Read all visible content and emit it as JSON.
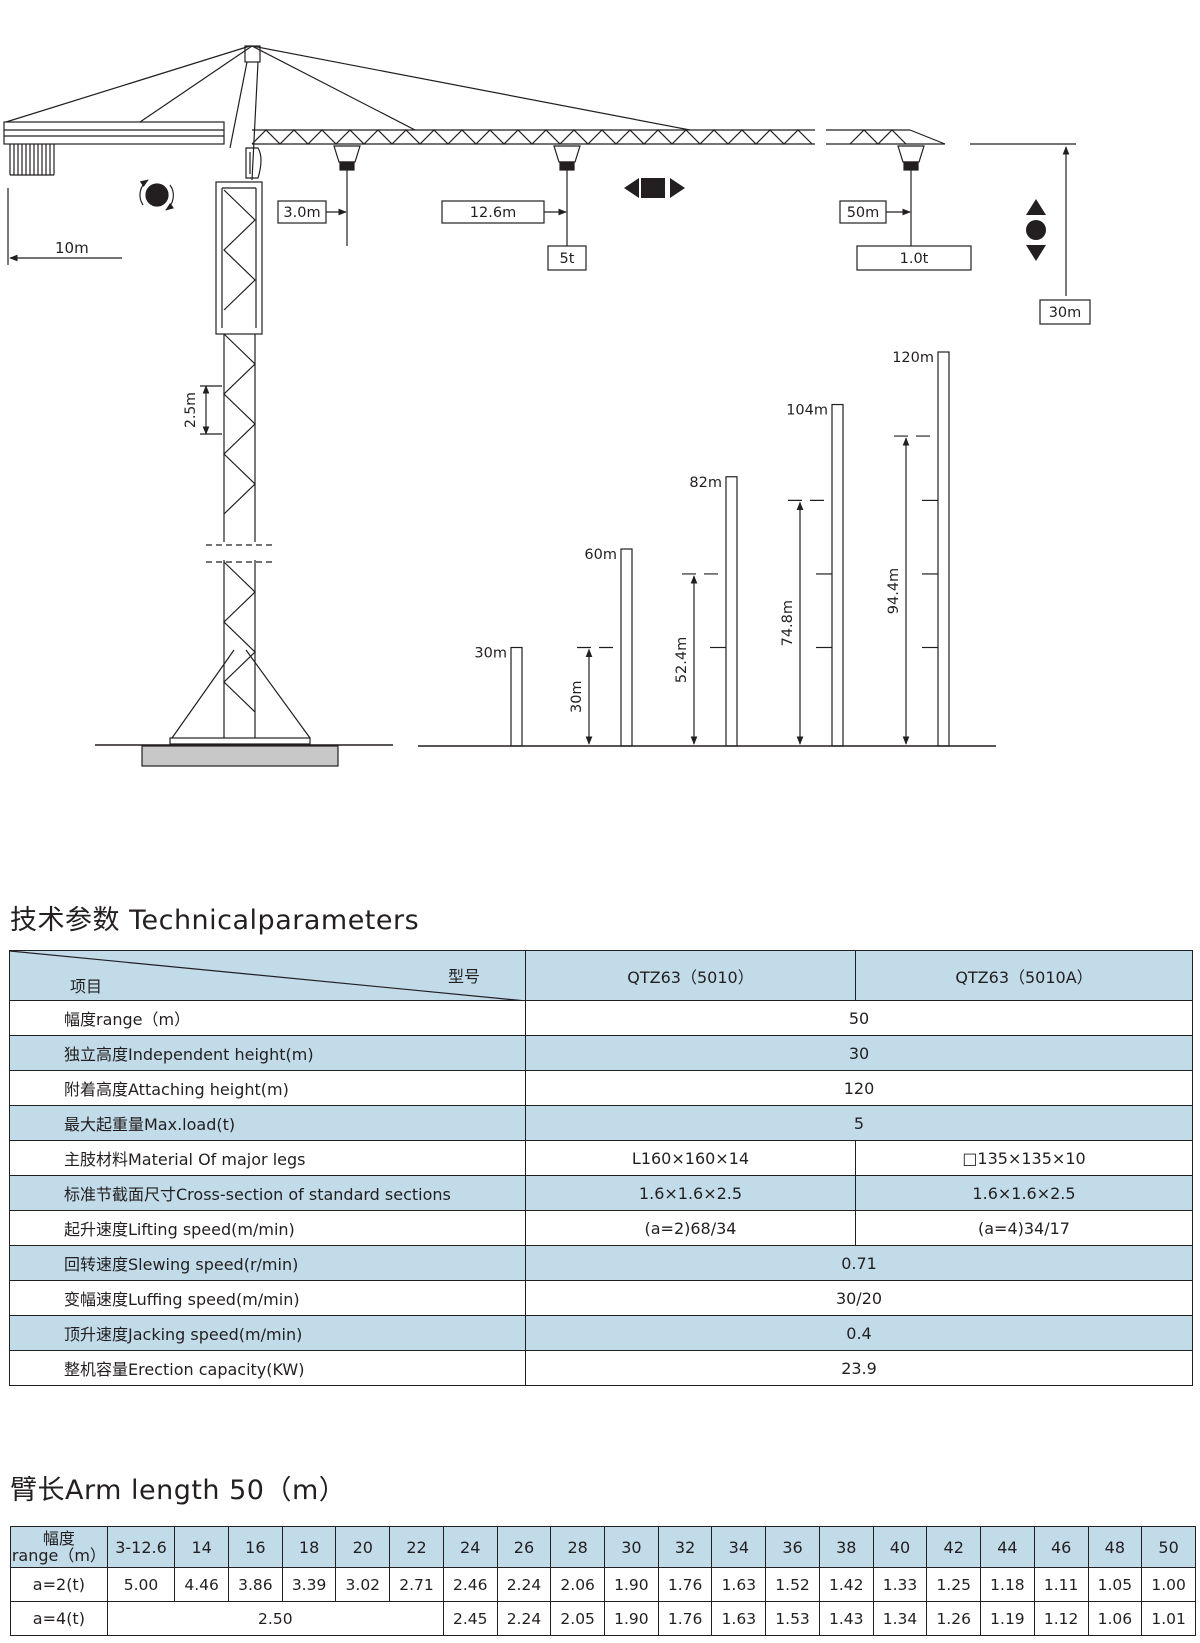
{
  "diagram": {
    "labels": {
      "counter_jib_length": "10m",
      "min_radius": "3.0m",
      "max_load_radius": "12.6m",
      "max_load": "5t",
      "max_radius": "50m",
      "tip_load": "1.0t",
      "free_height_right": "30m",
      "section_height": "2.5m"
    },
    "heights": [
      {
        "label": "30m",
        "value": 30
      },
      {
        "label": "60m",
        "value": 60,
        "tie_label": "30m",
        "tie": 30
      },
      {
        "label": "82m",
        "value": 82,
        "tie_label": "52.4m",
        "tie": 52.4
      },
      {
        "label": "104m",
        "value": 104,
        "tie_label": "74.8m",
        "tie": 74.8
      },
      {
        "label": "120m",
        "value": 120,
        "tie_label": "94.4m",
        "tie": 94.4
      }
    ]
  },
  "technical": {
    "title": "技术参数 Technicalparameters",
    "header": {
      "item": "项目",
      "model": "型号",
      "model_a": "QTZ63（5010）",
      "model_b": "QTZ63（5010A）"
    },
    "rows": [
      {
        "label": "幅度range（m）",
        "value": "50"
      },
      {
        "label": "独立高度Independent height(m)",
        "value": "30"
      },
      {
        "label": "附着高度Attaching height(m)",
        "value": "120"
      },
      {
        "label": "最大起重量Max.load(t)",
        "value": "5"
      },
      {
        "label": "主肢材料Material Of major legs",
        "a": "L160×160×14",
        "b": "□135×135×10"
      },
      {
        "label": "标准节截面尺寸Cross-section of standard sections",
        "a": "1.6×1.6×2.5",
        "b": "1.6×1.6×2.5"
      },
      {
        "label": "起升速度Lifting speed(m/min)",
        "a": "(a=2)68/34",
        "b": "(a=4)34/17"
      },
      {
        "label": "回转速度Slewing speed(r/min)",
        "value": "0.71"
      },
      {
        "label": "变幅速度Luffing speed(m/min)",
        "value": "30/20"
      },
      {
        "label": "顶升速度Jacking speed(m/min)",
        "value": "0.4"
      },
      {
        "label": "整机容量Erection capacity(KW)",
        "value": "23.9"
      }
    ]
  },
  "arm": {
    "title": "臂长Arm length 50（m）",
    "range_label_1": "幅度",
    "range_label_2": "range（m）",
    "ranges": [
      "3-12.6",
      "14",
      "16",
      "18",
      "20",
      "22",
      "24",
      "26",
      "28",
      "30",
      "32",
      "34",
      "36",
      "38",
      "40",
      "42",
      "44",
      "46",
      "48",
      "50"
    ],
    "a2_label": "a=2(t)",
    "a2": [
      "5.00",
      "4.46",
      "3.86",
      "3.39",
      "3.02",
      "2.71",
      "2.46",
      "2.24",
      "2.06",
      "1.90",
      "1.76",
      "1.63",
      "1.52",
      "1.42",
      "1.33",
      "1.25",
      "1.18",
      "1.11",
      "1.05",
      "1.00"
    ],
    "a4_label": "a=4(t)",
    "a4_first": "2.50",
    "a4": [
      "2.45",
      "2.24",
      "2.05",
      "1.90",
      "1.76",
      "1.63",
      "1.53",
      "1.43",
      "1.34",
      "1.26",
      "1.19",
      "1.12",
      "1.06",
      "1.01"
    ]
  }
}
